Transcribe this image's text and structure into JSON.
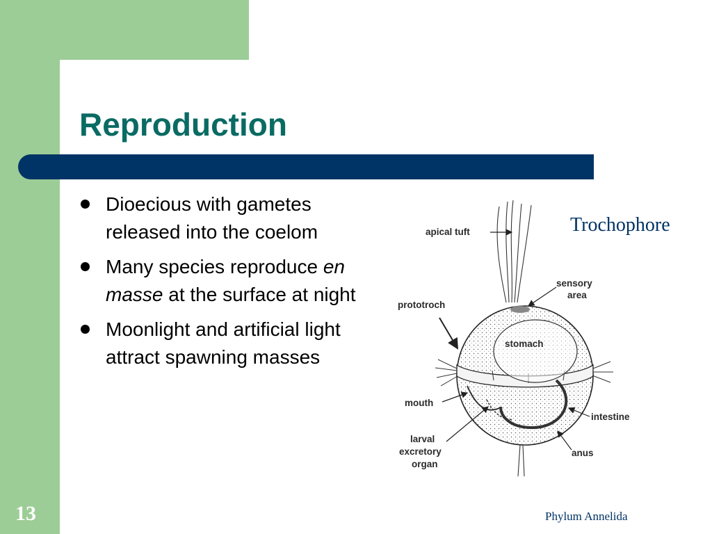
{
  "slide": {
    "title": "Reproduction",
    "number": "13",
    "footer": "Phylum Annelida"
  },
  "bullets": [
    {
      "text": "Dioecious with gametes released into the coelom"
    },
    {
      "text_em": "en masse",
      "text_before": "Many species reproduce ",
      "text_after": " at the surface at night"
    },
    {
      "text": "Moonlight and artificial light attract spawning masses"
    }
  ],
  "figure": {
    "caption": "Trochophore",
    "labels": {
      "apical_tuft": "apical tuft",
      "sensory_1": "sensory",
      "sensory_2": "area",
      "prototroch": "prototroch",
      "stomach": "stomach",
      "mouth": "mouth",
      "intestine": "intestine",
      "larval": "larval",
      "excretory": "excretory",
      "organ": "organ",
      "anus": "anus"
    }
  },
  "colors": {
    "accent_green": "#9ccd96",
    "title_teal": "#0a6b63",
    "navy": "#003366"
  }
}
